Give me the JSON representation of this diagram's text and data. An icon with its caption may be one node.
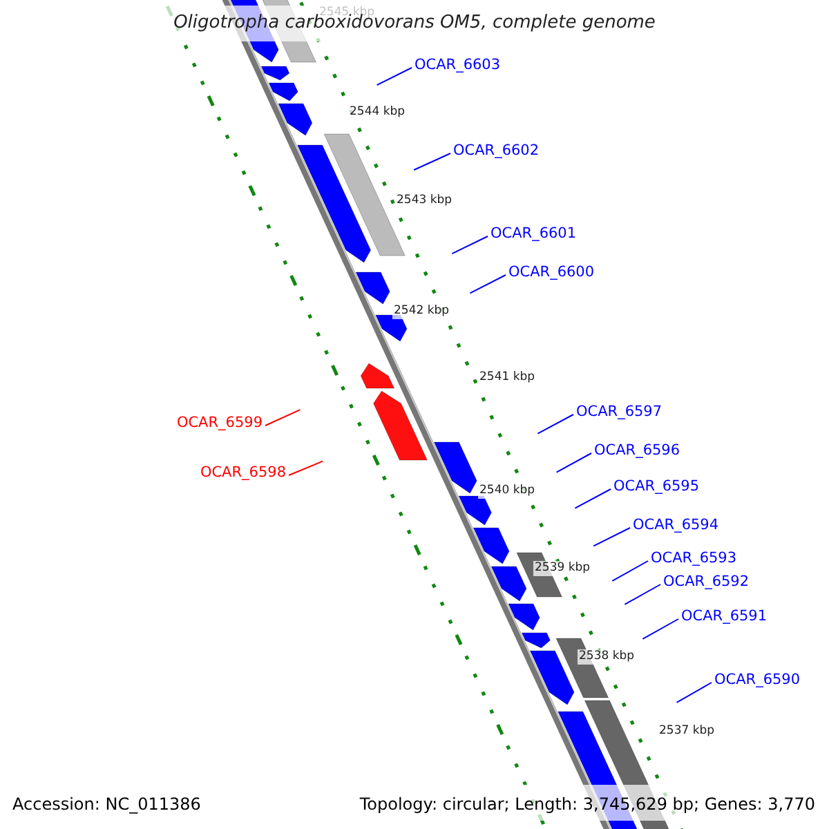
{
  "diagram": {
    "title": "Oligotropha carboxidovorans OM5, complete genome",
    "nodes": [
      {
        "text": [
          "OCAR_6603"
        ]
      },
      {
        "text": [
          "OCAR_6602"
        ]
      },
      {
        "text": [
          "OCAR_6601"
        ]
      },
      {
        "text": [
          "OCAR_6600"
        ]
      },
      {
        "text": [
          "OCAR_6597"
        ]
      },
      {
        "text": [
          "OCAR_6599"
        ]
      },
      {
        "text": [
          "OCAR_6596"
        ]
      },
      {
        "text": [
          "OCAR_6598"
        ]
      },
      {
        "text": [
          "OCAR_6595"
        ]
      },
      {
        "text": [
          "OCAR_6594"
        ]
      },
      {
        "text": [
          "OCAR_6593"
        ]
      },
      {
        "text": [
          "OCAR_6592"
        ]
      },
      {
        "text": [
          "OCAR_6591"
        ]
      },
      {
        "text": [
          "OCAR_6590"
        ]
      }
    ],
    "edges": [
      {
        "from": 0,
        "to": null,
        "arrow": "none"
      },
      {
        "from": 1,
        "to": null,
        "arrow": "none"
      },
      {
        "from": 2,
        "to": null,
        "arrow": "none"
      },
      {
        "from": 3,
        "to": null,
        "arrow": "none"
      },
      {
        "from": 4,
        "to": null,
        "arrow": "none"
      },
      {
        "from": 5,
        "to": null,
        "arrow": "none",
        "color": "#ff0000"
      },
      {
        "from": 6,
        "to": null,
        "arrow": "none"
      },
      {
        "from": 7,
        "to": null,
        "arrow": "none",
        "color": "#ff0000"
      },
      {
        "from": 8,
        "to": null,
        "arrow": "none"
      },
      {
        "from": 9,
        "to": null,
        "arrow": "none"
      },
      {
        "from": 10,
        "to": null,
        "arrow": "none"
      },
      {
        "from": 11,
        "to": null,
        "arrow": "none"
      },
      {
        "from": 12,
        "to": null,
        "arrow": "none"
      },
      {
        "from": 13,
        "to": null,
        "arrow": "none"
      }
    ],
    "labels": [
      "2545 kbp",
      "2544 kbp",
      "2543 kbp",
      "2542 kbp",
      "2541 kbp",
      "2540 kbp",
      "2539 kbp",
      "2538 kbp",
      "2537 kbp",
      "Accession: NC_011386",
      "Topology: circular; Length: 3,745,629 bp; Genes: 3,770"
    ]
  }
}
